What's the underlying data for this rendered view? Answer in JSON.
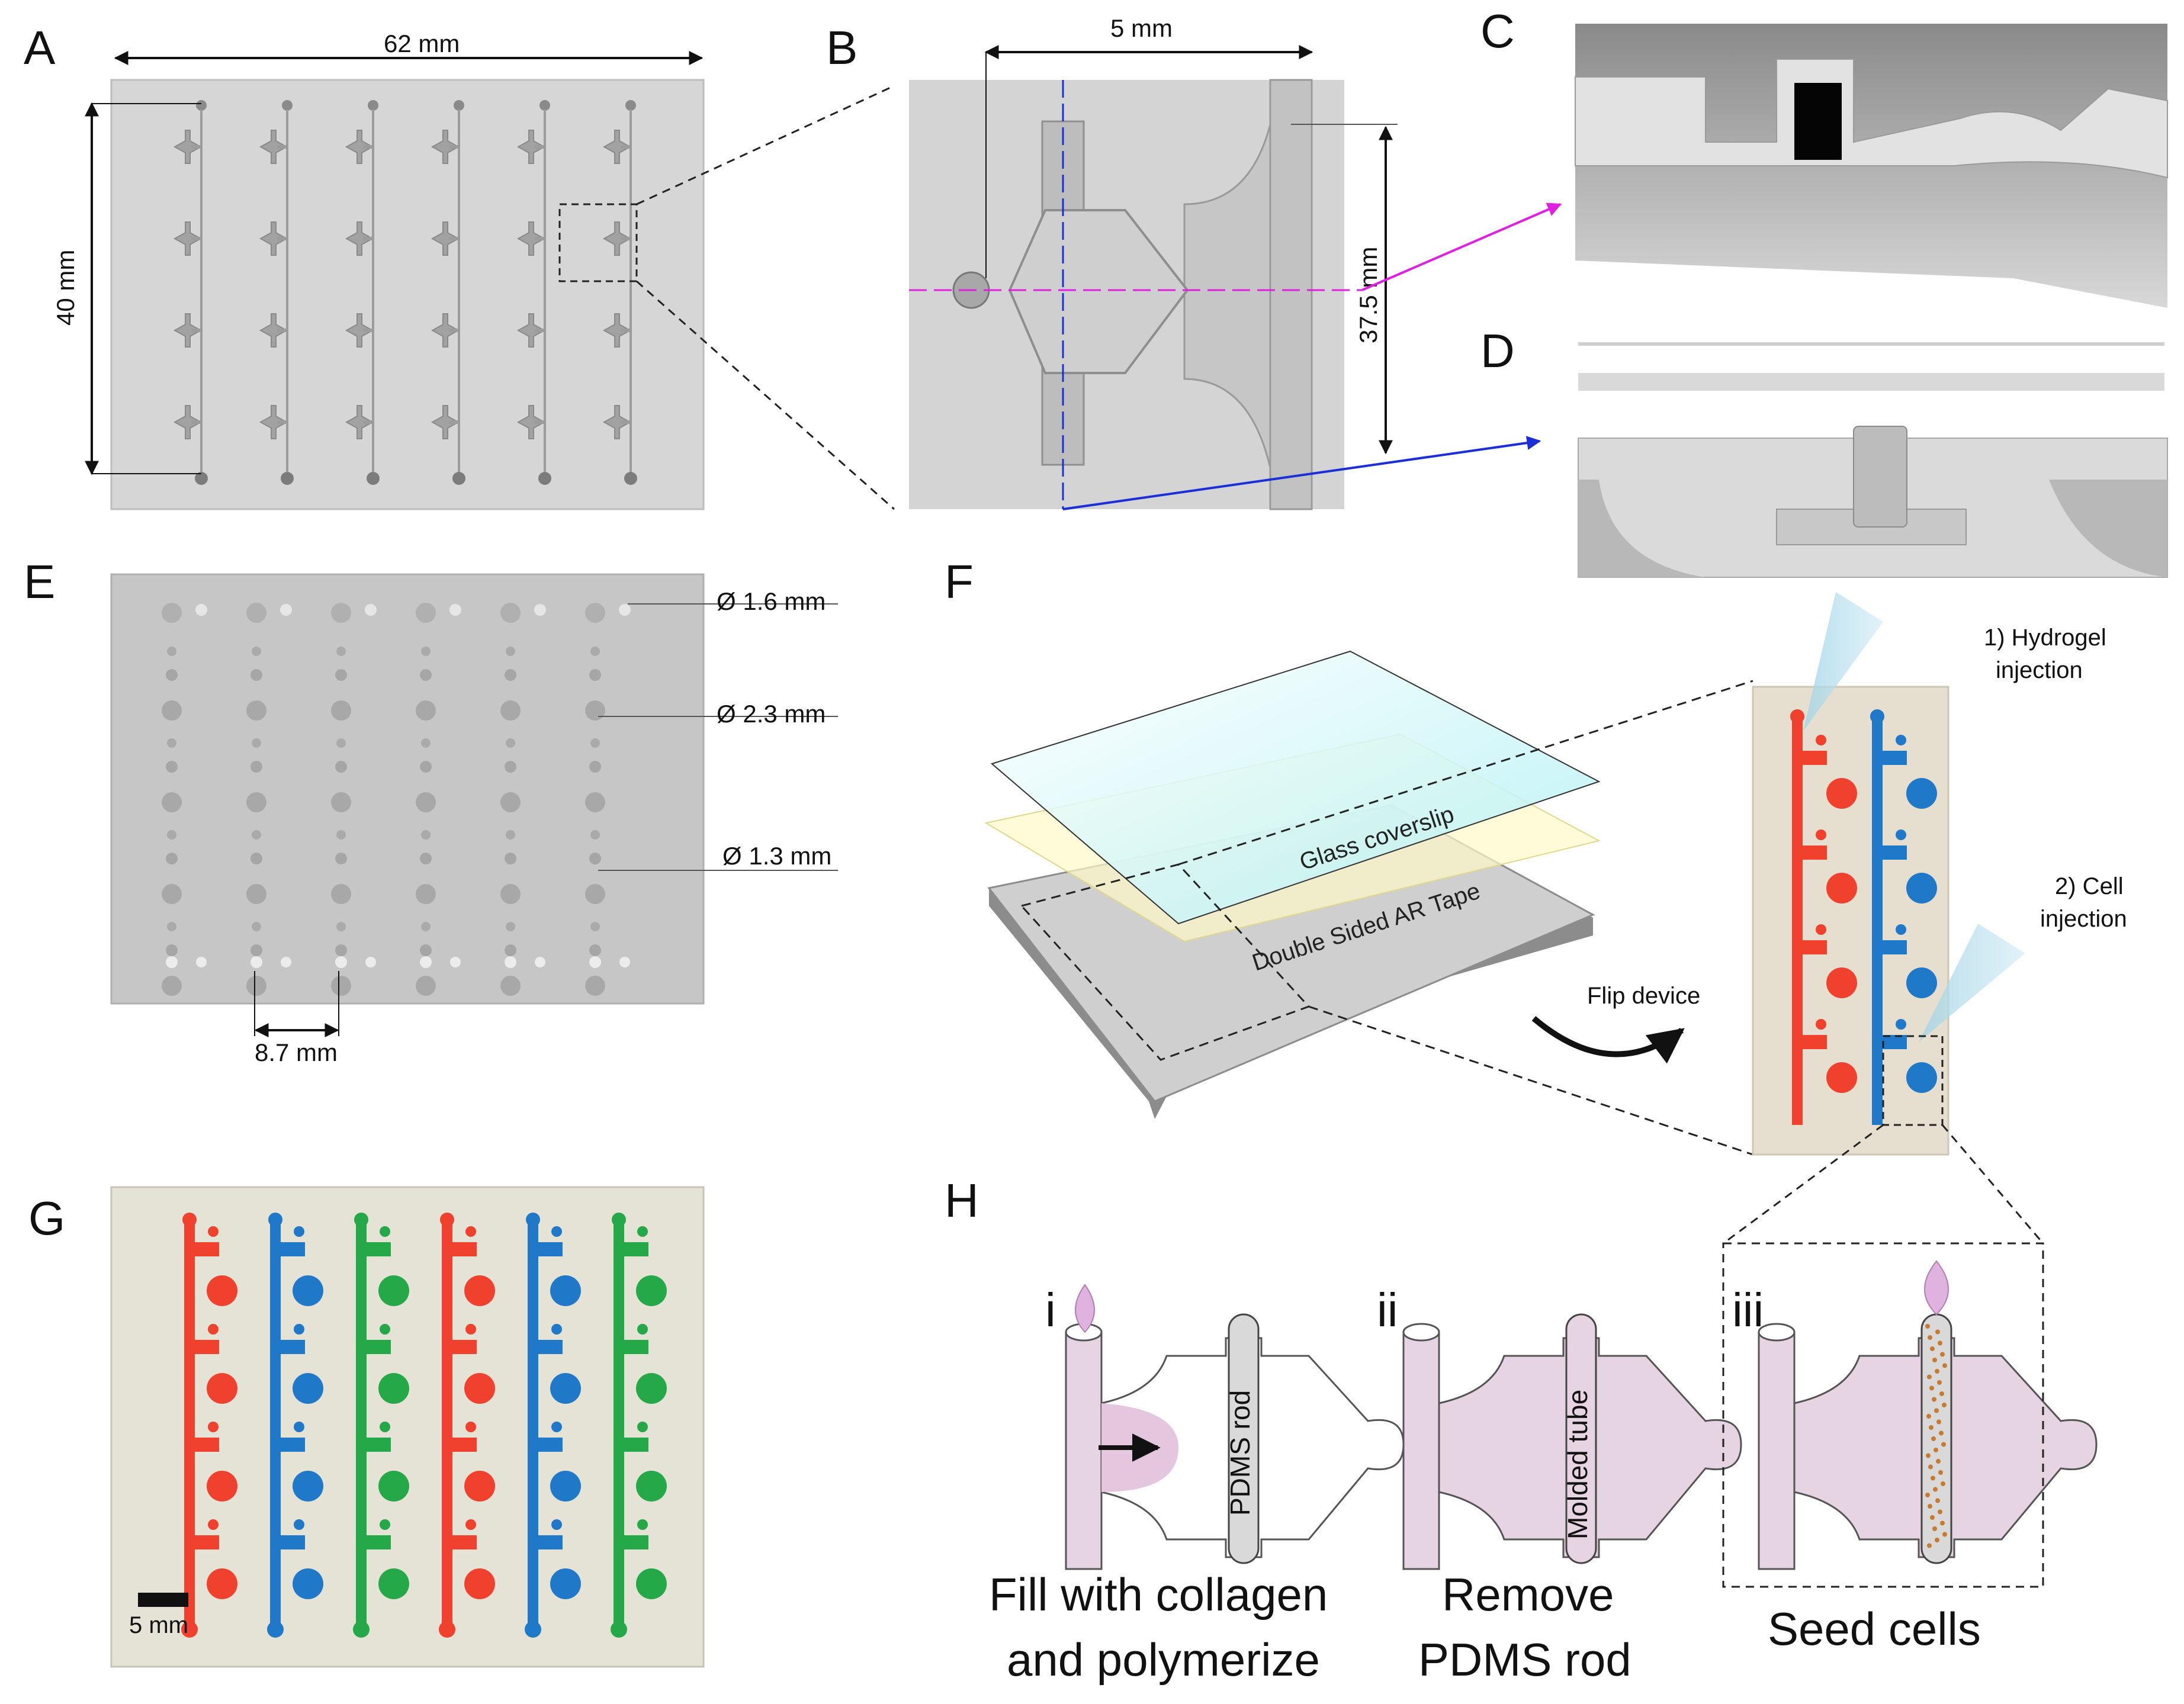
{
  "panels": {
    "A": "A",
    "B": "B",
    "C": "C",
    "D": "D",
    "E": "E",
    "F": "F",
    "G": "G",
    "H": "H"
  },
  "panel_a": {
    "width_label": "62 mm",
    "height_label": "40 mm"
  },
  "panel_b": {
    "width_label": "5 mm",
    "height_label": "37.5 mm"
  },
  "panel_e": {
    "hole1": "Ø 1.6 mm",
    "hole2": "Ø 2.3 mm",
    "hole3": "Ø 1.3 mm",
    "pitch": "8.7 mm"
  },
  "panel_f": {
    "glass": "Glass coverslip",
    "tape": "Double Sided AR Tape",
    "flip": "Flip device",
    "step1_line1": "1) Hydrogel",
    "step1_line2": "injection",
    "step2_line1": "2) Cell",
    "step2_line2": "injection"
  },
  "panel_g": {
    "scale": "5 mm"
  },
  "panel_h": {
    "i": "i",
    "ii": "ii",
    "iii": "iii",
    "rod": "PDMS rod",
    "tube": "Molded tube",
    "cap_i_1": "Fill with collagen",
    "cap_i_2": "and polymerize",
    "cap_ii_1": "Remove",
    "cap_ii_2": "PDMS rod",
    "cap_iii": "Seed cells"
  },
  "colors": {
    "red": "#f0402e",
    "blue": "#1f78c8",
    "green": "#25a847",
    "gray": "#cfcfcf",
    "pink": "#e6d4e2"
  }
}
